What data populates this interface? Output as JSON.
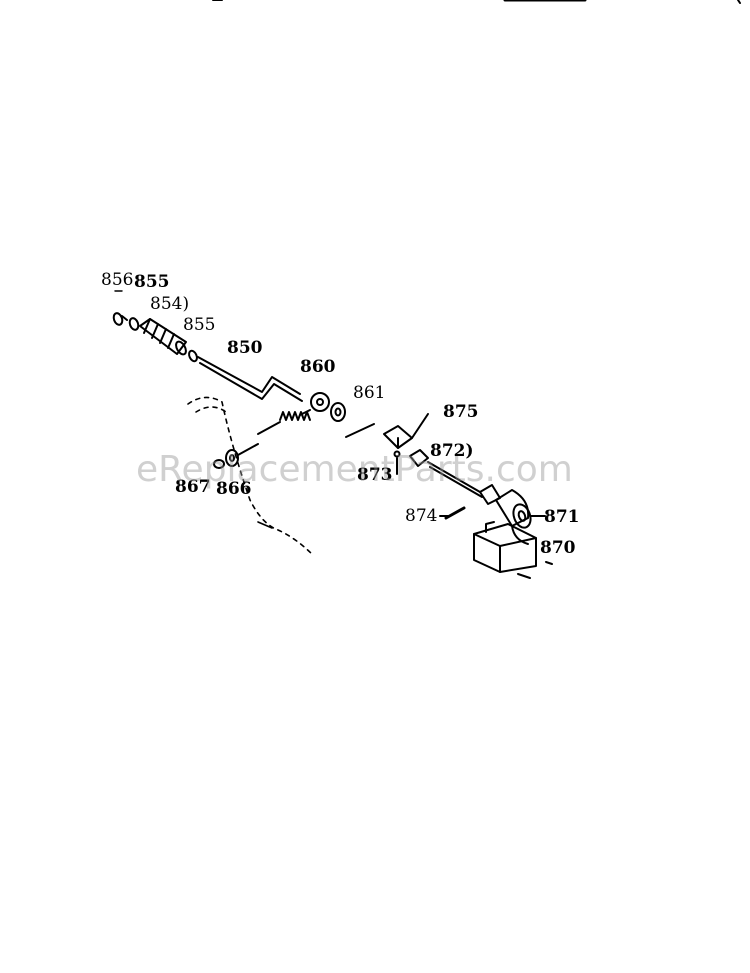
{
  "watermark": "eReplacementParts.com",
  "colors": {
    "ink": "#000000",
    "watermark": "#969696",
    "background": "#ffffff"
  },
  "labels": {
    "p856": "856",
    "p855a": "855",
    "p854": "854)",
    "p855b": "855",
    "p850": "850",
    "p860": "860",
    "p861": "861",
    "p875": "875",
    "p872": "872)",
    "p873": "873",
    "p874": "874",
    "p871": "871",
    "p870": "870",
    "p867": "867",
    "p866": "866"
  }
}
